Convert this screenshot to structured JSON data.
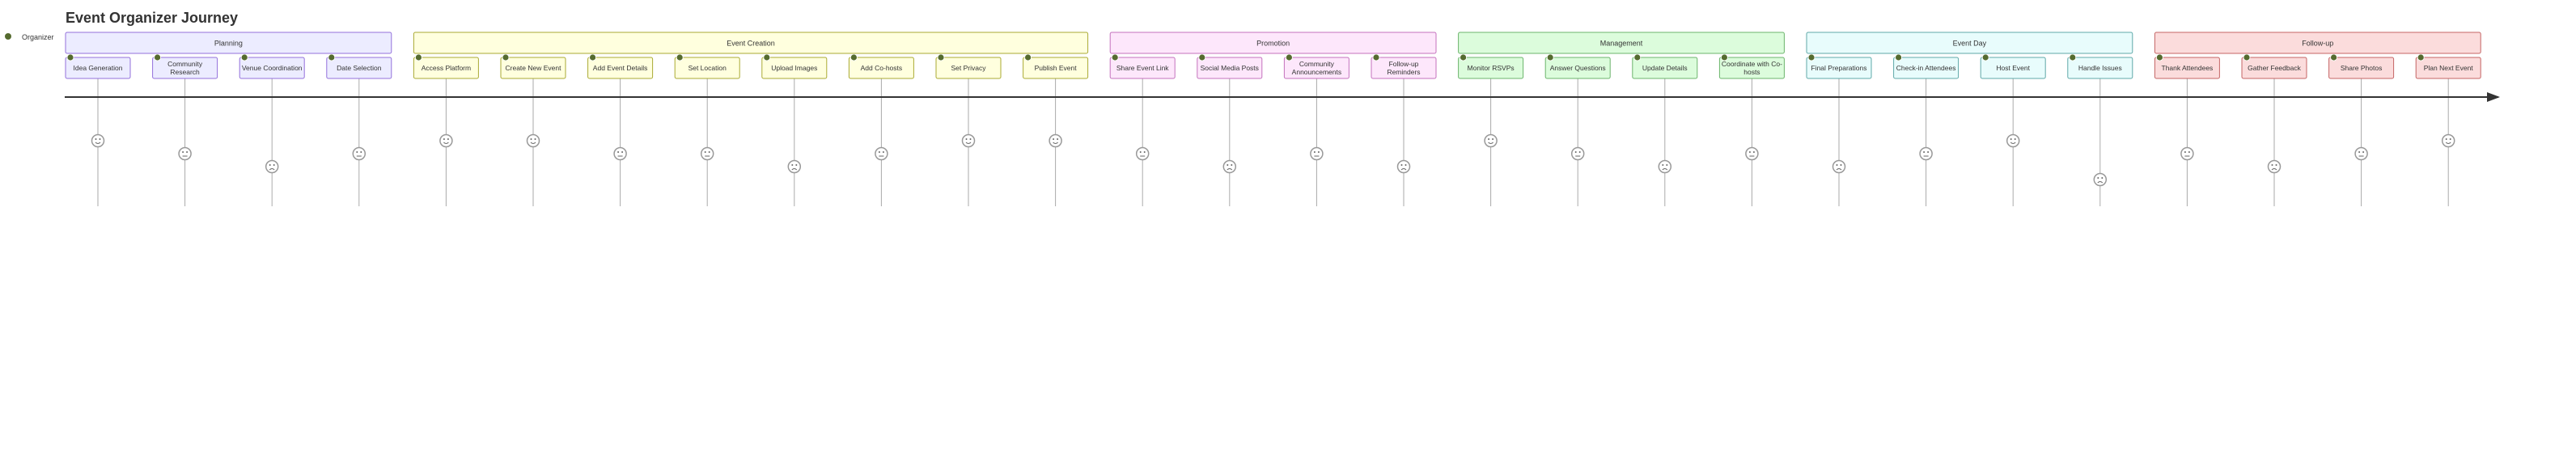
{
  "title": "Event Organizer Journey",
  "actor": {
    "label": "Organizer",
    "color": "#556b2f"
  },
  "sections": [
    {
      "name": "Planning",
      "fill": "#ececff",
      "stroke": "#9370db",
      "tasks": [
        {
          "label": [
            "Idea Generation"
          ],
          "score": 4
        },
        {
          "label": [
            "Community",
            "Research"
          ],
          "score": 3
        },
        {
          "label": [
            "Venue Coordination"
          ],
          "score": 2
        },
        {
          "label": [
            "Date Selection"
          ],
          "score": 3
        }
      ]
    },
    {
      "name": "Event Creation",
      "fill": "#ffffde",
      "stroke": "#aaaa33",
      "tasks": [
        {
          "label": [
            "Access Platform"
          ],
          "score": 4
        },
        {
          "label": [
            "Create New Event"
          ],
          "score": 4
        },
        {
          "label": [
            "Add Event Details"
          ],
          "score": 3
        },
        {
          "label": [
            "Set Location"
          ],
          "score": 3
        },
        {
          "label": [
            "Upload Images"
          ],
          "score": 2
        },
        {
          "label": [
            "Add Co-hosts"
          ],
          "score": 3
        },
        {
          "label": [
            "Set Privacy"
          ],
          "score": 4
        },
        {
          "label": [
            "Publish Event"
          ],
          "score": 4
        }
      ]
    },
    {
      "name": "Promotion",
      "fill": "#fde7fb",
      "stroke": "#c472bd",
      "tasks": [
        {
          "label": [
            "Share Event Link"
          ],
          "score": 3
        },
        {
          "label": [
            "Social Media Posts"
          ],
          "score": 2
        },
        {
          "label": [
            "Community",
            "Announcements"
          ],
          "score": 3
        },
        {
          "label": [
            "Follow-up",
            "Reminders"
          ],
          "score": 2
        }
      ]
    },
    {
      "name": "Management",
      "fill": "#dcfcdc",
      "stroke": "#6cb46c",
      "tasks": [
        {
          "label": [
            "Monitor RSVPs"
          ],
          "score": 4
        },
        {
          "label": [
            "Answer Questions"
          ],
          "score": 3
        },
        {
          "label": [
            "Update Details"
          ],
          "score": 2
        },
        {
          "label": [
            "Coordinate with Co-",
            "hosts"
          ],
          "score": 3
        }
      ]
    },
    {
      "name": "Event Day",
      "fill": "#e8fcfc",
      "stroke": "#5fa8a8",
      "tasks": [
        {
          "label": [
            "Final Preparations"
          ],
          "score": 2
        },
        {
          "label": [
            "Check-in Attendees"
          ],
          "score": 3
        },
        {
          "label": [
            "Host Event"
          ],
          "score": 4
        },
        {
          "label": [
            "Handle Issues"
          ],
          "score": 1
        }
      ]
    },
    {
      "name": "Follow-up",
      "fill": "#fbdcdc",
      "stroke": "#c46565",
      "tasks": [
        {
          "label": [
            "Thank Attendees"
          ],
          "score": 3
        },
        {
          "label": [
            "Gather Feedback"
          ],
          "score": 2
        },
        {
          "label": [
            "Share Photos"
          ],
          "score": 3
        },
        {
          "label": [
            "Plan Next Event"
          ],
          "score": 4
        }
      ]
    }
  ]
}
